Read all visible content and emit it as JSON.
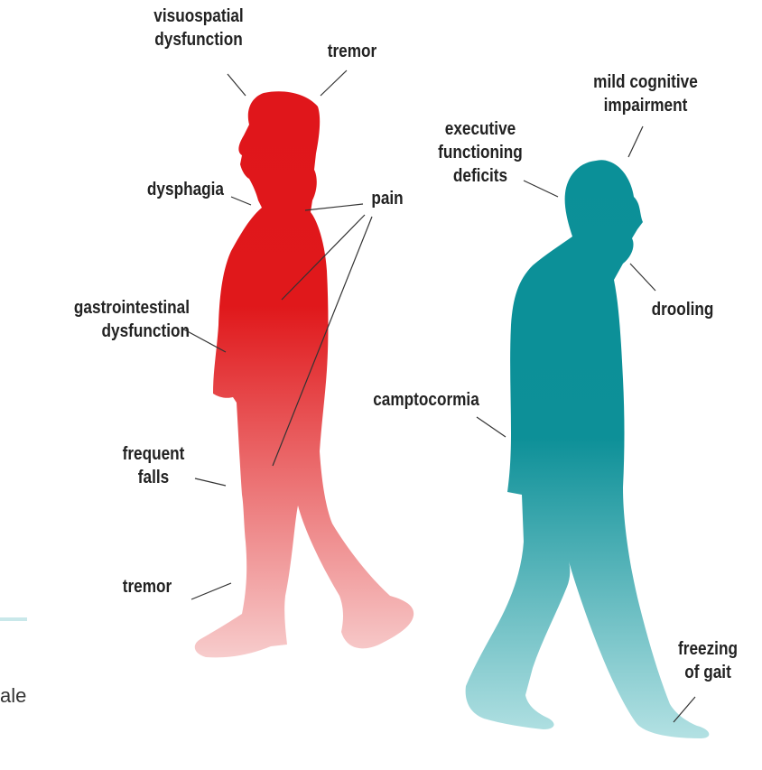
{
  "colors": {
    "red_top": "#e0161b",
    "red_bottom": "#f5c4c4",
    "teal_top": "#0b9098",
    "teal_bottom": "#aedfe1",
    "accent_line": "#c9e8ea"
  },
  "labels": {
    "visuospatial": "visuospatial\ndysfunction",
    "tremor_top": "tremor",
    "mild_cognitive": "mild cognitive\nimpairment",
    "executive": "executive\nfunctioning\ndeficits",
    "dysphagia": "dysphagia",
    "pain": "pain",
    "drooling": "drooling",
    "gastro": "gastrointestinal\ndysfunction",
    "camptocormia": "camptocormia",
    "frequent_falls": "frequent\nfalls",
    "tremor_bottom": "tremor",
    "freezing": "freezing\nof gait"
  },
  "fragment_text": "ale"
}
